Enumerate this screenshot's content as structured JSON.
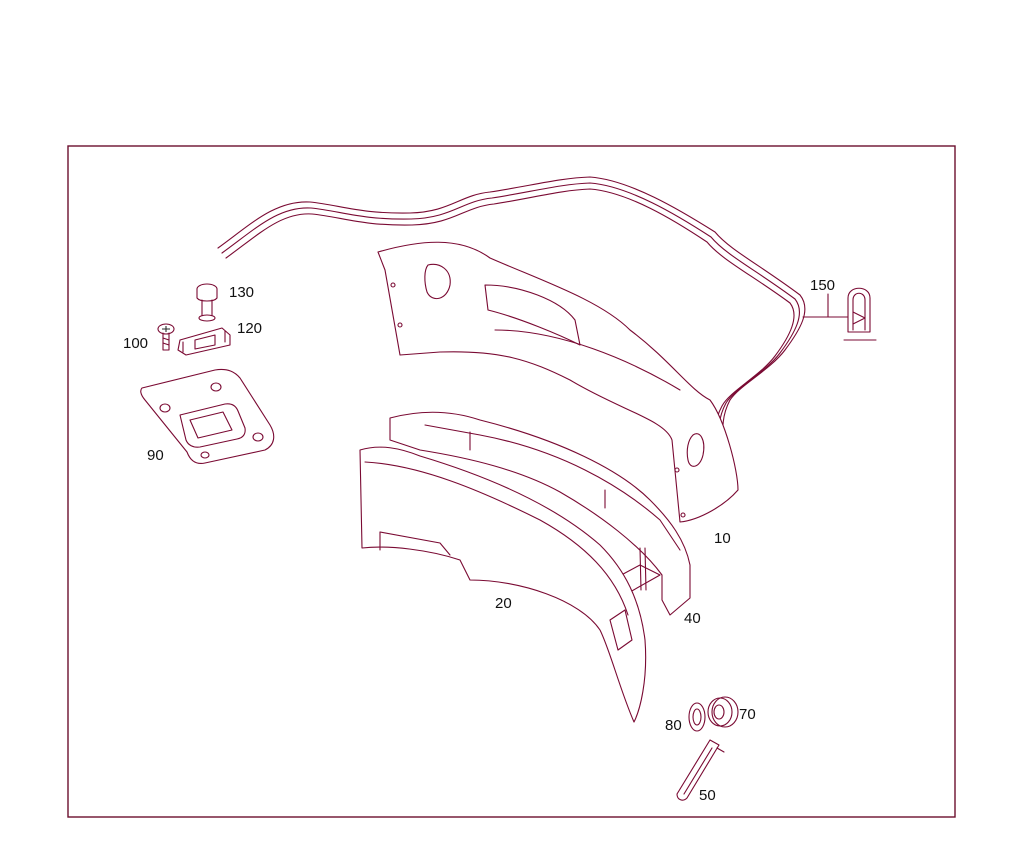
{
  "diagram": {
    "labels": {
      "p10": "10",
      "p20": "20",
      "p40": "40",
      "p50": "50",
      "p70": "70",
      "p80": "80",
      "p90": "90",
      "p100": "100",
      "p120": "120",
      "p130": "130",
      "p150": "150"
    },
    "colors": {
      "frame": "#6b0f2e",
      "outline": "#7a0a33",
      "text": "#111111"
    }
  }
}
